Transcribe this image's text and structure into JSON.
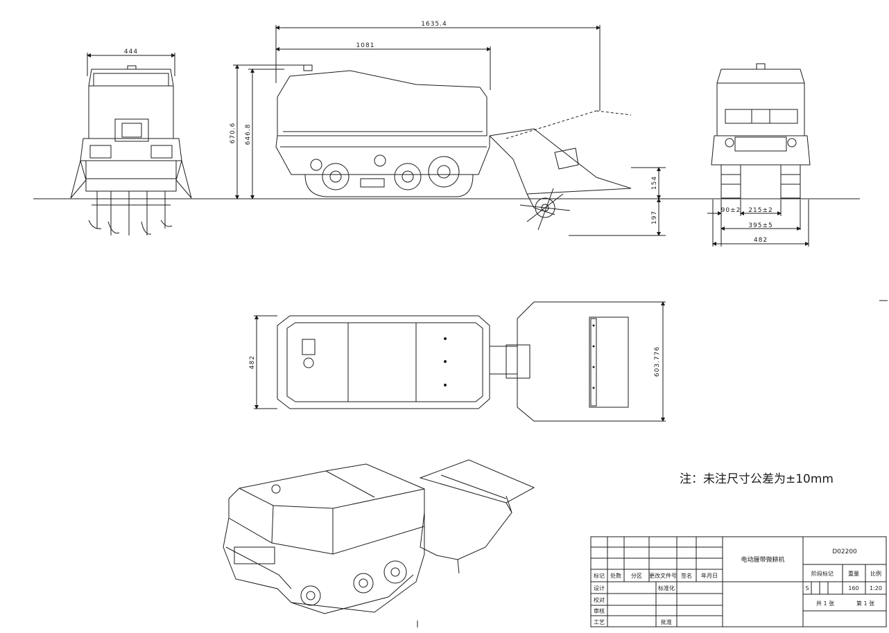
{
  "drawing": {
    "views": {
      "front": {
        "width_dim": "444"
      },
      "side": {
        "overall_length": "1635.4",
        "body_length": "1081",
        "overall_height": "670.6",
        "body_height": "646.8",
        "tiller_lift": "154",
        "tiller_depth": "197"
      },
      "rear": {
        "track_width": "90±2",
        "inner_gap": "215±2",
        "track_span": "395±5",
        "total_width": "482"
      },
      "top": {
        "body_width": "482",
        "tiller_width": "603.776"
      }
    },
    "note": "注：未注尺寸公差为±10mm",
    "title_block": {
      "product_name": "电动履带微耕机",
      "drawing_no": "D02200",
      "headers": [
        "标记",
        "处数",
        "分区",
        "更改文件号",
        "签名",
        "年月日"
      ],
      "roles": [
        "设计",
        "校对",
        "审核",
        "工艺"
      ],
      "standardize": "标准化",
      "approve": "批准",
      "stage_mark": "阶段标记",
      "weight_label": "重量",
      "scale_label": "比例",
      "stage_value": "S",
      "weight_value": "160",
      "scale_value": "1:20",
      "sheets_total": "共 1 张",
      "sheet_no": "第 1 张"
    }
  }
}
